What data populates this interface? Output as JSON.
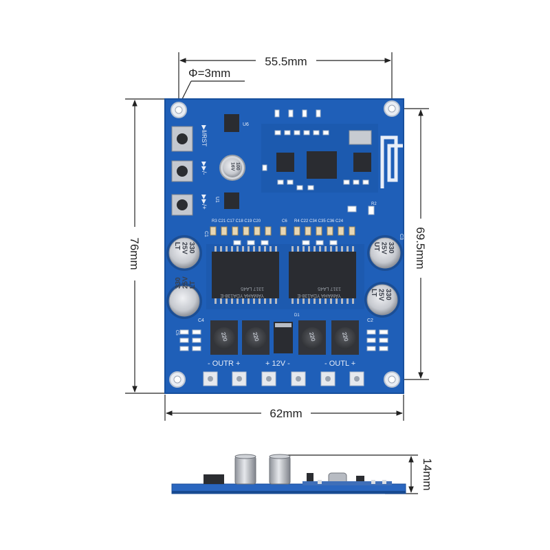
{
  "dimensions": {
    "hole_spacing_width": "55.5mm",
    "hole_diameter": "Φ=3mm",
    "board_height": "76mm",
    "hole_spacing_height": "69.5mm",
    "board_width": "62mm",
    "side_thickness": "14mm"
  },
  "silkscreen": {
    "rst": "▶‖/RST",
    "prev": "▶▶/-",
    "next": "▶▶/+",
    "outr": "-   OUTR  +",
    "v12": "+  12V  -",
    "outl": "-   OUTL  +",
    "u6": "U6",
    "u1": "U1",
    "c4": "C4",
    "c1": "C1",
    "c2": "C2",
    "c3": "C3",
    "d1": "D1",
    "r2": "R2",
    "r4": "R4",
    "top_row_left": "R3  C21  C17  C18  C19  C20",
    "top_row_mid": "C6",
    "top_row_right": "R4  C22  C34  C35  C36  C24",
    "c5": "C5"
  },
  "components": {
    "cap_small": "100\n16V",
    "cap_left_top": "330\n25V\nLT",
    "cap_left_bottom": "330\n25V\nLT",
    "cap_right_top": "330\n25V\nUT",
    "cap_right_bottom": "330\n25V\nLT",
    "amp_chip_marking": "YAMAHA  YDA138-E",
    "amp_chip_code": "1317  LA45",
    "inductor_1": "220",
    "inductor_2": "220",
    "inductor_3": "220",
    "inductor_4": "220"
  },
  "colors": {
    "pcb": "#1f5fb8",
    "pcb_dark": "#174f9d",
    "silk": "#e8eef8",
    "chip": "#2a2c31",
    "inductor": "#3b3d42",
    "cap": "#c9ccd2",
    "dim_line": "#222222"
  },
  "icons": [
    "bluetooth-antenna-icon",
    "mounting-hole-icon",
    "push-button-icon",
    "terminal-pad-icon"
  ]
}
